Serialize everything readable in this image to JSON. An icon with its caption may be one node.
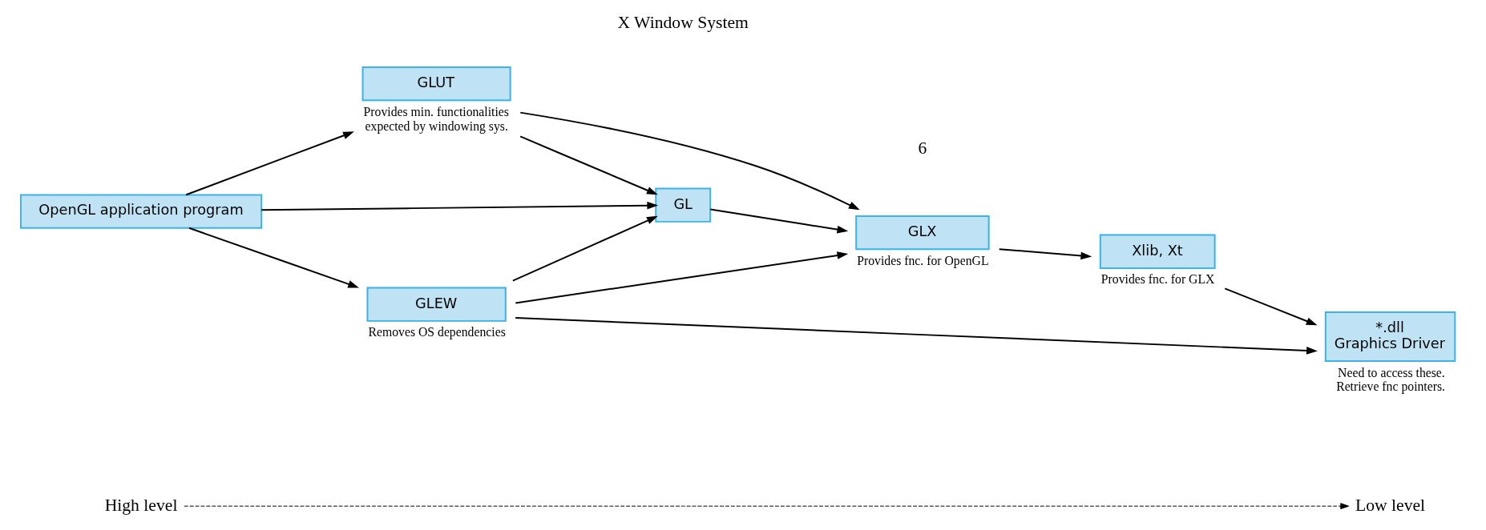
{
  "diagram": {
    "nodes": [
      {
        "text": [
          "High level"
        ]
      },
      {
        "text": [
          "Low level"
        ]
      },
      {
        "text": [
          "OpenGL application program"
        ]
      },
      {
        "text": [
          "GLEW"
        ],
        "beside": [
          "Removes OS dependencies"
        ]
      },
      {
        "text": [
          "GL"
        ]
      },
      {
        "text": [
          "GLUT"
        ],
        "beside": [
          "Provides min. functionalities expected by windowing sys."
        ]
      },
      {
        "text": [
          "GLX"
        ],
        "beside": [
          "Provides fnc. for OpenGL"
        ]
      },
      {
        "text": [
          "Xlib, Xt"
        ],
        "beside": [
          "Provides fnc. for GLX"
        ]
      },
      {
        "text": [
          "*.dll",
          "Graphics Driver"
        ],
        "beside": [
          "Need to access these.",
          "Retrieve fnc pointers."
        ]
      }
    ],
    "edges": [
      {
        "from": 0,
        "to": 1,
        "arrow": "to",
        "style": "dashed"
      },
      {
        "from": 2,
        "to": 3,
        "arrow": "to"
      },
      {
        "from": 2,
        "to": 4,
        "arrow": "to"
      },
      {
        "from": 2,
        "to": 5,
        "arrow": "to"
      },
      {
        "from": 3,
        "to": 8,
        "arrow": "to"
      },
      {
        "from": 3,
        "to": 4,
        "arrow": "to"
      },
      {
        "from": 3,
        "to": 6,
        "arrow": "to"
      },
      {
        "from": 4,
        "to": 6,
        "arrow": "to"
      },
      {
        "from": 5,
        "to": 4,
        "arrow": "to"
      },
      {
        "from": 5,
        "to": 6,
        "arrow": "to"
      },
      {
        "from": 6,
        "to": 7,
        "arrow": "to"
      },
      {
        "from": 7,
        "to": 8,
        "arrow": "to"
      }
    ],
    "labels": [
      "X Window System",
      "6"
    ]
  }
}
